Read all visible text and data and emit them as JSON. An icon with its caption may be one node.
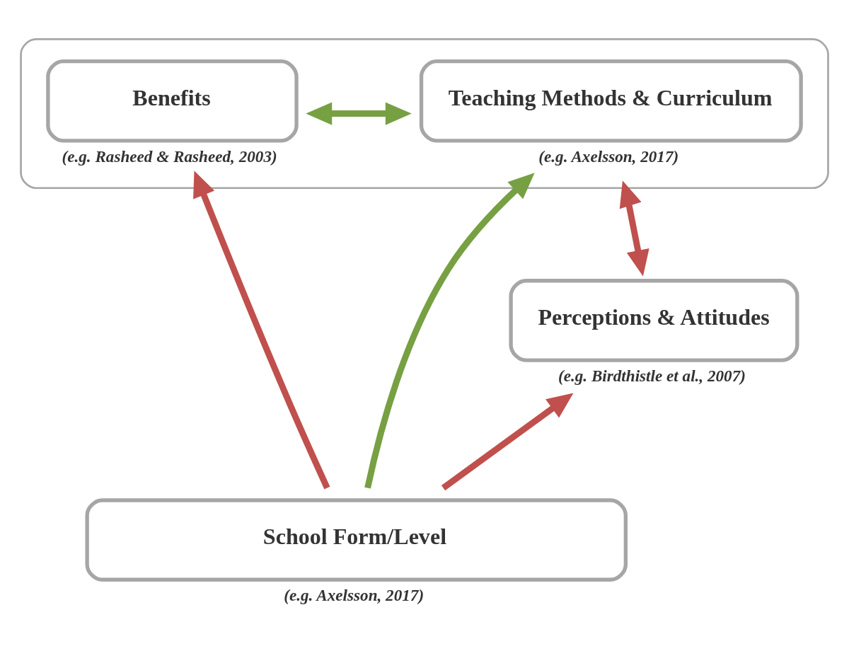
{
  "diagram": {
    "nodes": [
      {
        "text": [],
        "shape": "bracket"
      },
      {
        "text": [
          "Teaching Methods & Curriculum"
        ],
        "beside": [
          "(e.g. Axelsson, 2017)"
        ],
        "in": 0
      },
      {
        "text": [
          "Benefits"
        ],
        "beside": [
          "(e.g. Rasheed & Rasheed, 2003)"
        ],
        "in": 0
      },
      {
        "text": [
          "Perceptions & Attitudes"
        ],
        "beside": [
          "(e.g. Birdthistle et al., 2007)"
        ]
      },
      {
        "text": [
          "School Form/Level"
        ],
        "beside": [
          "(e.g. Axelsson, 2017)"
        ]
      }
    ],
    "edges": [
      {
        "from": 1,
        "to": 2,
        "arrow": "both",
        "color": "#77a043"
      },
      {
        "from": 3,
        "to": 0,
        "arrow": "both",
        "color": "#c0504d"
      },
      {
        "from": 4,
        "to": 1,
        "arrow": "to",
        "color": "#77a043"
      },
      {
        "from": 4,
        "to": 3,
        "arrow": "to",
        "color": "#c0504d"
      },
      {
        "from": 4,
        "to": 2,
        "arrow": "to",
        "color": "#c0504d"
      }
    ]
  }
}
